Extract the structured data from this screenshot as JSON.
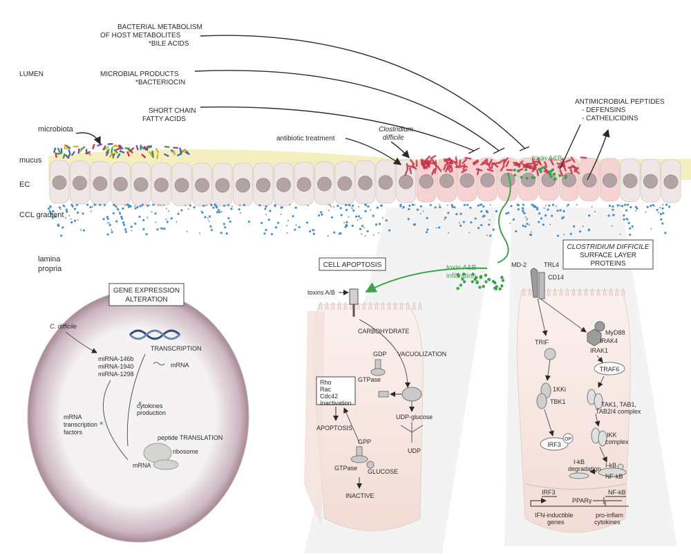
{
  "lumen": {
    "region_lumen": "LUMEN",
    "bacterial_metabolism_1": "BACTERIAL METABOLISM",
    "bacterial_metabolism_2": "OF HOST METABOLITES",
    "bacterial_metabolism_3": "*BILE ACIDS",
    "microbial_products_1": "MICROBIAL PRODUCTS",
    "microbial_products_2": "*BACTERIOCIN",
    "scfa_1": "SHORT CHAIN",
    "scfa_2": "FATTY ACIDS",
    "amp_1": "ANTIMICROBIAL PEPTIDES",
    "amp_2": "- DEFENSINS",
    "amp_3": "- CATHELICIDINS",
    "antibiotic": "antibiotic treatment",
    "cdiff_1": "Clostridium",
    "cdiff_2": "difficile",
    "toxin_ab": "toxin A&B"
  },
  "layers": {
    "microbiota": "microbiota",
    "mucus": "mucus",
    "ec": "EC",
    "ccl": "CCL gradient",
    "lamina_1": "lamina",
    "lamina_2": "propria"
  },
  "colors": {
    "cell_normal": "#efe6e6",
    "cell_infected": "#f6d2d2",
    "nucleus": "#b3a2a6",
    "mucus": "#f3efbf",
    "ccl_dot": "#4a8fc6",
    "toxin": "#3aa34a",
    "bacteria": "#c4344a"
  },
  "gene_expression": {
    "title_1": "GENE EXPRESSION",
    "title_2": "ALTERATION",
    "c_difficile": "C. difficile",
    "mirna_1": "miRNA-146b",
    "mirna_2": "miRNA-1940",
    "mirna_3": "miRNA-1298",
    "transcription": "TRANSCRIPTION",
    "mrna_top": "mRNA",
    "cytokines_1": "cytokines",
    "cytokines_2": "production",
    "mrna_tf_1": "mRNA",
    "mrna_tf_2": "transcription",
    "mrna_tf_3": "factors",
    "peptide": "peptide TRANSLATION",
    "ribosome": "ribosome",
    "mrna_bottom": "mRNA"
  },
  "apoptosis": {
    "title": "CELL APOPTOSIS",
    "toxins": "toxins A/B",
    "carbohydrate": "CARBOHYDRATE",
    "vacuolization": "VACUOLIZATION",
    "gdp": "GDP",
    "gtpase_1": "GTPase",
    "rho_1": "Rho",
    "rho_2": "Rac",
    "rho_3": "Cdc42",
    "rho_4": "Inactivation",
    "udp_glucose": "UDP-glucose",
    "apoptosis": "APOPTOSIS",
    "udp": "UDP",
    "gpp": "GPP",
    "gtpase_2": "GTPase",
    "glucose": "GLUCOSE",
    "inactive": "INACTIVE",
    "infiltration_1": "toxin A&B",
    "infiltration_2": "infiltration"
  },
  "surface": {
    "title_1": "CLOSTRIDIUM DIFFICILE",
    "title_2": "SURFACE LAYER",
    "title_3": "PROTEINS",
    "md2": "MD-2",
    "trl4": "TRL4",
    "cd14": "CD14",
    "trif": "TRIF",
    "myd88": "MyD88",
    "irak4": "IRAK4",
    "irak1": "IRAK1",
    "traf6": "TRAF6",
    "ikki": "1KKi",
    "tbk1": "TBK1",
    "tak1_1": "TAK1, TAB1,",
    "tak1_2": "TAB2/4 complex",
    "ikk_1": "IKK",
    "ikk_2": "complex",
    "irf3": "IRF3",
    "op": "OP",
    "ikb": "I-kB",
    "ikb_deg_1": "I-kB",
    "ikb_deg_2": "degradation",
    "nfkb": "NF-kB",
    "irf3_gene": "IRF3",
    "pparg": "PPARγ",
    "nfkb_gene": "NF-kB",
    "ifn_1": "IFN-inductible",
    "ifn_2": "genes",
    "pro_1": "pro-inflam",
    "pro_2": "cytokines"
  }
}
